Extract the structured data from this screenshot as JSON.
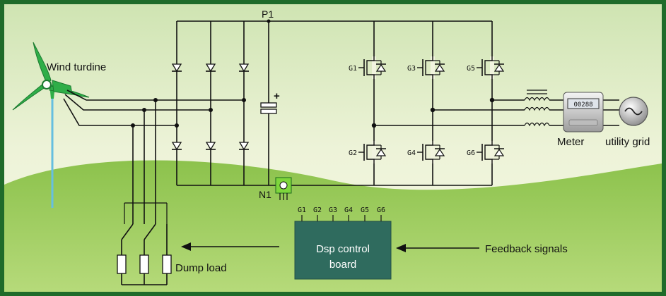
{
  "labels": {
    "wind_turbine": "Wind turdine",
    "bus_positive": "P1",
    "bus_negative": "N1",
    "capacitor_plus": "+",
    "meter": "Meter",
    "meter_display": "00288",
    "utility_grid": "utility grid",
    "dsp_line1": "Dsp control",
    "dsp_line2": "board",
    "feedback": "Feedback signals",
    "dump_load": "Dump load"
  },
  "gates": {
    "top": [
      "G1",
      "G3",
      "G5"
    ],
    "bottom": [
      "G2",
      "G4",
      "G6"
    ],
    "dsp_pins": [
      "G1",
      "G2",
      "G3",
      "G4",
      "G5",
      "G6"
    ]
  },
  "colors": {
    "border": "#1f6b2a",
    "sky_top": "#ddecc0",
    "sky_bottom": "#f4f6dc",
    "hill": "#9ccc5a",
    "dsp_box": "#2f6b5e",
    "turbine": "#2fae48",
    "sensor": "#7ed63c"
  }
}
